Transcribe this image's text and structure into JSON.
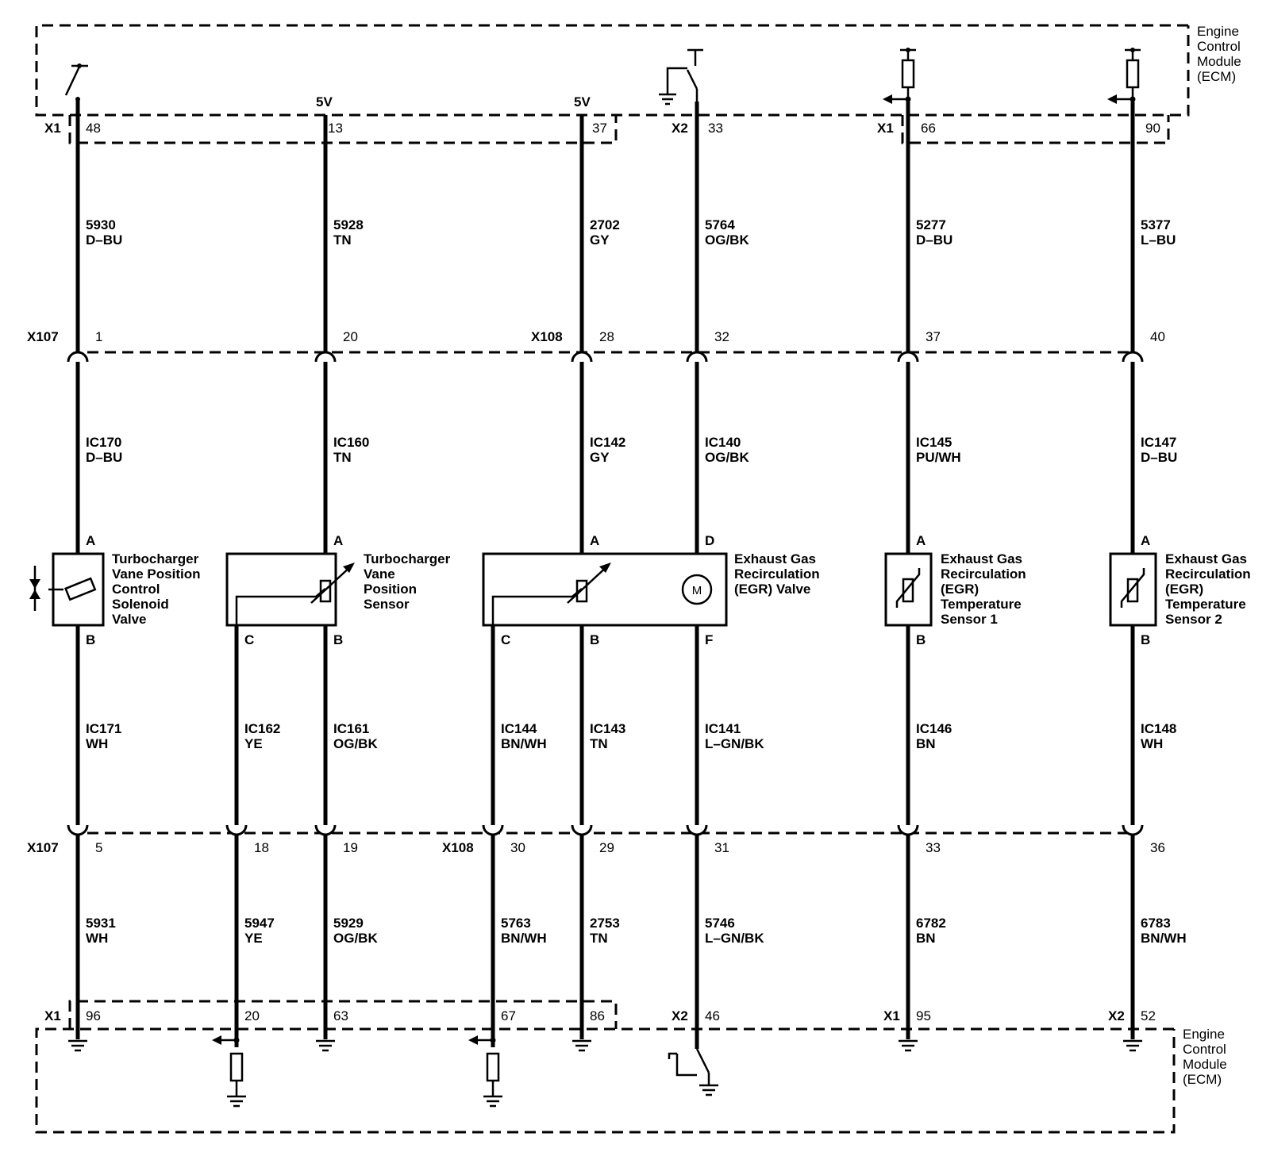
{
  "ecm_label_top": [
    "Engine",
    "Control",
    "Module",
    "(ECM)"
  ],
  "ecm_label_bottom": [
    "Engine",
    "Control",
    "Module",
    "(ECM)"
  ],
  "supply_labels": [
    "5V",
    "5V"
  ],
  "connectors": {
    "x1_top": "X1",
    "x2_top": "X2",
    "x1_top_b": "X1",
    "x107_top": "X107",
    "x108_top": "X108",
    "x107_bottom": "X107",
    "x108_bottom": "X108",
    "x1_bottom": "X1",
    "x2_bottom": "X2",
    "x1_bottom_b": "X1",
    "x2_bottom_b": "X2"
  },
  "ecm_top_pins": [
    "48",
    "13",
    "37",
    "33",
    "66",
    "90"
  ],
  "harness_top_pins": [
    "1",
    "20",
    "28",
    "32",
    "37",
    "40"
  ],
  "harness_bottom_pins": [
    "5",
    "18",
    "19",
    "30",
    "29",
    "31",
    "33",
    "36"
  ],
  "ecm_bottom_pins": [
    "96",
    "20",
    "63",
    "67",
    "86",
    "46",
    "95",
    "52"
  ],
  "upper_circuits": [
    {
      "num": "5930",
      "color": "D–BU"
    },
    {
      "num": "5928",
      "color": "TN"
    },
    {
      "num": "2702",
      "color": "GY"
    },
    {
      "num": "5764",
      "color": "OG/BK"
    },
    {
      "num": "5277",
      "color": "D–BU"
    },
    {
      "num": "5377",
      "color": "L–BU"
    }
  ],
  "mid_upper_circuits": [
    {
      "num": "IC170",
      "color": "D–BU"
    },
    {
      "num": "IC160",
      "color": "TN"
    },
    {
      "num": "IC142",
      "color": "GY"
    },
    {
      "num": "IC140",
      "color": "OG/BK"
    },
    {
      "num": "IC145",
      "color": "PU/WH"
    },
    {
      "num": "IC147",
      "color": "D–BU"
    }
  ],
  "mid_lower_circuits": [
    {
      "num": "IC171",
      "color": "WH"
    },
    {
      "num": "IC162",
      "color": "YE"
    },
    {
      "num": "IC161",
      "color": "OG/BK"
    },
    {
      "num": "IC144",
      "color": "BN/WH"
    },
    {
      "num": "IC143",
      "color": "TN"
    },
    {
      "num": "IC141",
      "color": "L–GN/BK"
    },
    {
      "num": "IC146",
      "color": "BN"
    },
    {
      "num": "IC148",
      "color": "WH"
    }
  ],
  "lower_circuits": [
    {
      "num": "5931",
      "color": "WH"
    },
    {
      "num": "5947",
      "color": "YE"
    },
    {
      "num": "5929",
      "color": "OG/BK"
    },
    {
      "num": "5763",
      "color": "BN/WH"
    },
    {
      "num": "2753",
      "color": "TN"
    },
    {
      "num": "5746",
      "color": "L–GN/BK"
    },
    {
      "num": "6782",
      "color": "BN"
    },
    {
      "num": "6783",
      "color": "BN/WH"
    }
  ],
  "component_terminals": {
    "solenoid": [
      "A",
      "B"
    ],
    "vane_sensor": [
      "A",
      "C",
      "B"
    ],
    "egr_valve": [
      "A",
      "D",
      "C",
      "B",
      "F"
    ],
    "egr_temp1": [
      "A",
      "B"
    ],
    "egr_temp2": [
      "A",
      "B"
    ]
  },
  "components": {
    "solenoid": [
      "Turbocharger",
      "Vane Position",
      "Control",
      "Solenoid",
      "Valve"
    ],
    "vane_sensor": [
      "Turbocharger",
      "Vane",
      "Position",
      "Sensor"
    ],
    "egr_valve": [
      "Exhaust Gas",
      "Recirculation",
      "(EGR) Valve"
    ],
    "egr_temp1": [
      "Exhaust Gas",
      "Recirculation",
      "(EGR)",
      "Temperature",
      "Sensor 1"
    ],
    "egr_temp2": [
      "Exhaust Gas",
      "Recirculation",
      "(EGR)",
      "Temperature",
      "Sensor 2"
    ]
  },
  "motor_symbol": "M"
}
